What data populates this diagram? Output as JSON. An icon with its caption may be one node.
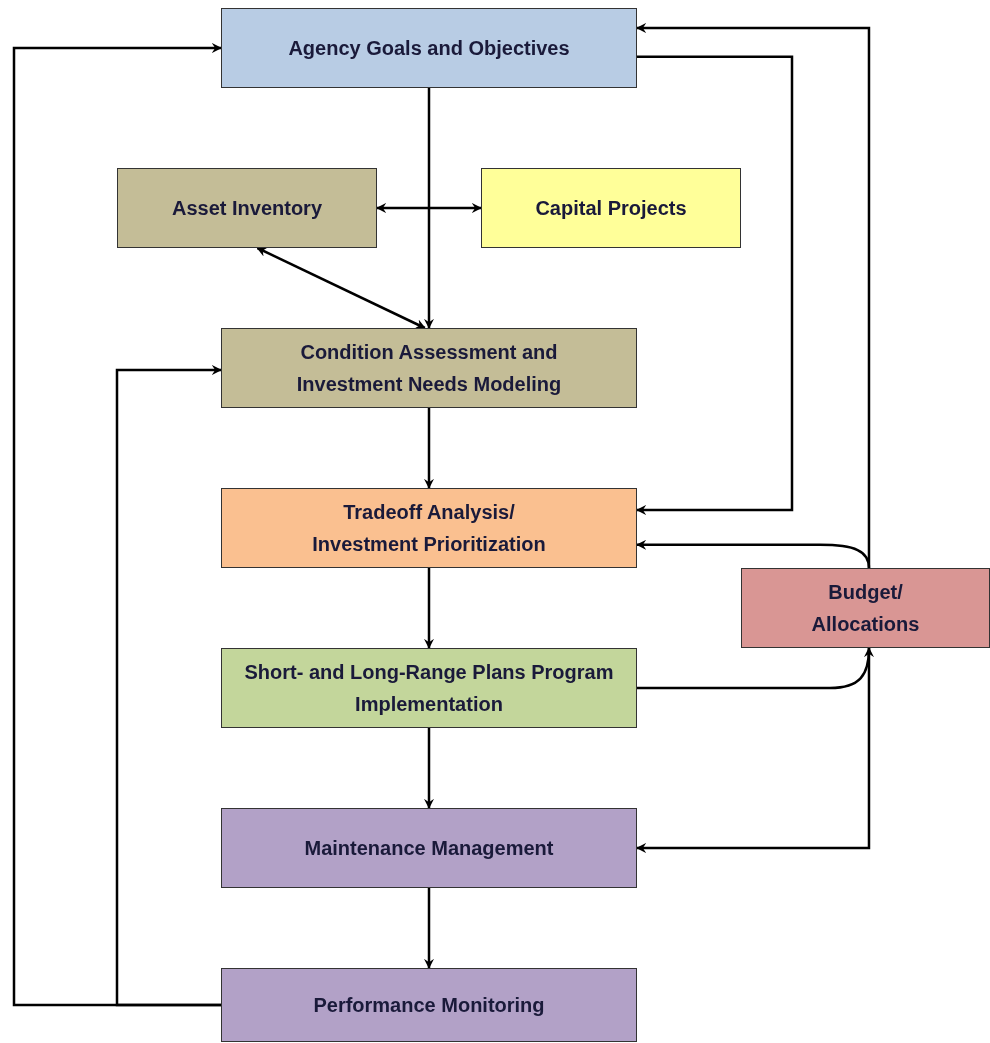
{
  "diagram": {
    "nodes": [
      {
        "text": [
          "Agency Goals and Objectives"
        ]
      },
      {
        "text": [
          "Asset Inventory"
        ]
      },
      {
        "text": [
          "Capital Projects"
        ]
      },
      {
        "text": [
          "Condition Assessment and Investment Needs Modeling"
        ]
      },
      {
        "text": [
          "Tradeoff Analysis/ Investment Prioritization"
        ]
      },
      {
        "text": [
          "Budget/ Allocations"
        ]
      },
      {
        "text": [
          "Short- and Long-Range Plans Program Implementation"
        ]
      },
      {
        "text": [
          "Maintenance Management"
        ]
      },
      {
        "text": [
          "Performance Monitoring"
        ]
      }
    ],
    "edges": [
      {
        "from": 0,
        "to": 3,
        "arrow": "to"
      },
      {
        "from": 1,
        "to": 2,
        "arrow": "both"
      },
      {
        "from": 1,
        "to": 3,
        "arrow": "both"
      },
      {
        "from": 3,
        "to": 4,
        "arrow": "to"
      },
      {
        "from": 4,
        "to": 6,
        "arrow": "to"
      },
      {
        "from": 6,
        "to": 7,
        "arrow": "to"
      },
      {
        "from": 7,
        "to": 8,
        "arrow": "to"
      },
      {
        "from": 0,
        "to": 4,
        "arrow": "to"
      },
      {
        "from": 5,
        "to": 0,
        "arrow": "to"
      },
      {
        "from": 5,
        "to": 4,
        "arrow": "to"
      },
      {
        "from": 6,
        "to": 5,
        "arrow": "to"
      },
      {
        "from": 5,
        "to": 7,
        "arrow": "to"
      },
      {
        "from": 8,
        "to": 0,
        "arrow": "to"
      },
      {
        "from": 8,
        "to": 3,
        "arrow": "to"
      }
    ]
  }
}
